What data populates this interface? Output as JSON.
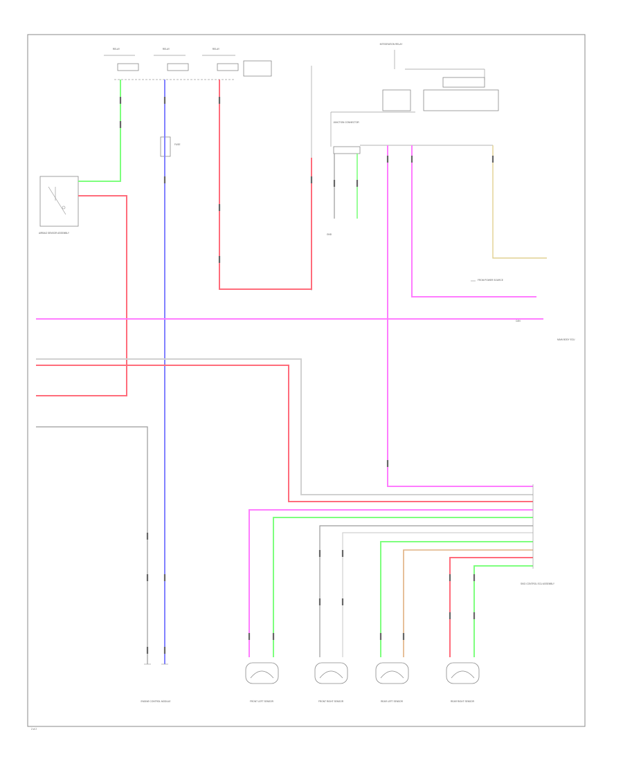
{
  "colors": {
    "green": "#7dff7d",
    "blue": "#8080ff",
    "red": "#ff6b7a",
    "magenta": "#ff7bff",
    "white_wire": "#c8c8c8",
    "gray_wire": "#9a9a9a",
    "tan_wire": "#e0d090",
    "orange_wire": "#ffb070",
    "frame": "#888888"
  },
  "labels": {
    "top_block_1": "RELAY",
    "top_block_2": "RELAY",
    "top_block_3": "RELAY",
    "top_note": "INTEGRATION RELAY",
    "left_component": "AIRBAG SENSOR ASSEMBLY",
    "fuse_1": "FUSE",
    "ground_1": "GND",
    "mid_conn": "JUNCTION CONNECTOR",
    "right_note_1": "MAIN BODY ECU",
    "right_note_2": "FROM POWER SOURCE",
    "right_note_3": "CAN",
    "bottom_component_1": "ENGINE CONTROL MODULE",
    "sensor_1": "FRONT LEFT SENSOR",
    "sensor_2": "FRONT RIGHT SENSOR",
    "sensor_3": "REAR LEFT SENSOR",
    "sensor_4": "REAR RIGHT SENSOR",
    "right_component": "SKID CONTROL ECU ASSEMBLY",
    "page_number": "2 of 2"
  }
}
